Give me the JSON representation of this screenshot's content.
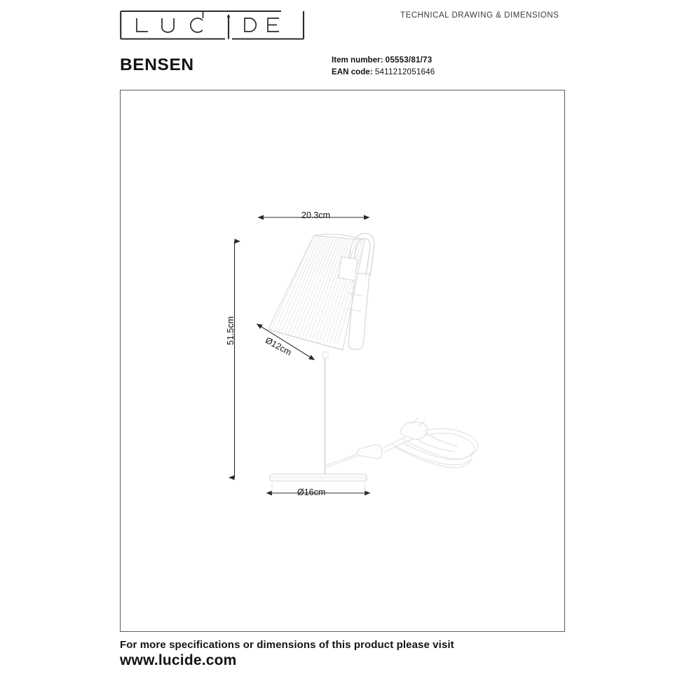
{
  "header": {
    "logo_letters": [
      "L",
      "U",
      "C",
      "i",
      "D",
      "E"
    ],
    "logo_alt": "Lucide",
    "right_title": "TECHNICAL DRAWING & DIMENSIONS"
  },
  "product": {
    "name": "BENSEN",
    "item_number_label": "Item number:",
    "item_number_value": "05553/81/73",
    "ean_label": "EAN code",
    "ean_separator": ":",
    "ean_value": "5411212051646"
  },
  "drawing": {
    "alt": "Technical line drawing of the BENSEN table lamp with conical ribbed shade, curved arm, slim stem, round base and coiled power cord with plug and inline switch.",
    "dimensions": {
      "shade_width": "20.3cm",
      "total_height": "51.5cm",
      "shade_diameter": "Ø12cm",
      "base_diameter": "Ø16cm"
    }
  },
  "footer": {
    "line1": "For more specifications or dimensions of this product please visit",
    "line2": "www.lucide.com"
  },
  "colors": {
    "frame_border": "#5e5e5e",
    "text": "#141414",
    "drawing_line": "#d8d8d8",
    "dimension_line": "#2b2b2b"
  }
}
